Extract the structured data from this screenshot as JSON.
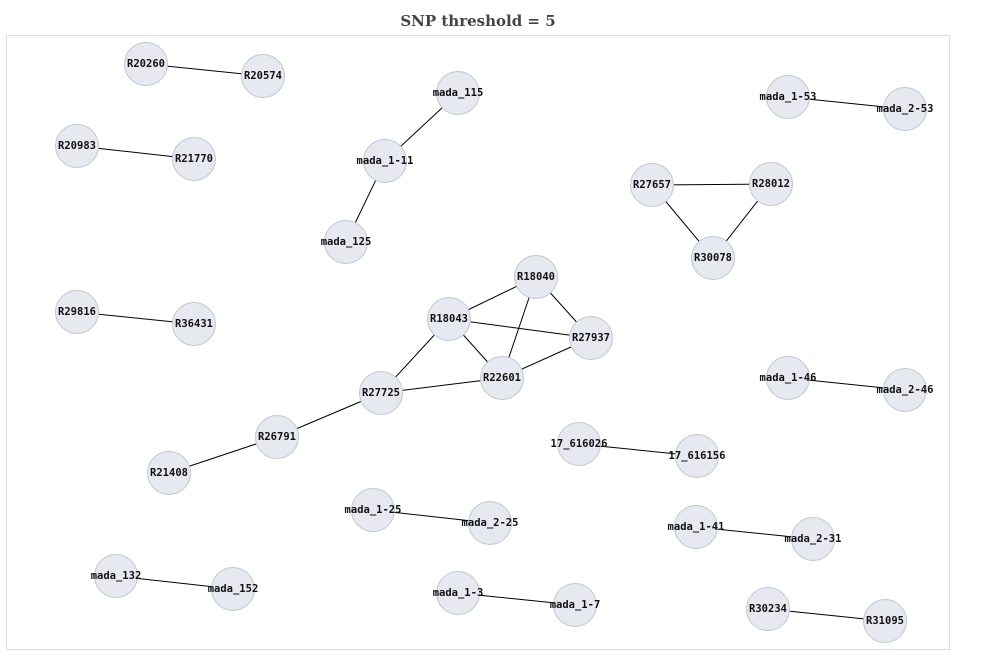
{
  "title": "SNP threshold = 5",
  "colors": {
    "node_fill": "#e6e9ef",
    "node_stroke": "#c2c7d0",
    "edge": "#000000",
    "frame": "#dddddd"
  },
  "nodes": [
    {
      "id": "R20260",
      "label": "R20260"
    },
    {
      "id": "R20574",
      "label": "R20574"
    },
    {
      "id": "R20983",
      "label": "R20983"
    },
    {
      "id": "R21770",
      "label": "R21770"
    },
    {
      "id": "mada_115",
      "label": "mada_115"
    },
    {
      "id": "mada_1-11",
      "label": "mada_1-11"
    },
    {
      "id": "mada_125",
      "label": "mada_125"
    },
    {
      "id": "mada_1-53",
      "label": "mada_1-53"
    },
    {
      "id": "mada_2-53",
      "label": "mada_2-53"
    },
    {
      "id": "R27657",
      "label": "R27657"
    },
    {
      "id": "R28012",
      "label": "R28012"
    },
    {
      "id": "R30078",
      "label": "R30078"
    },
    {
      "id": "R18040",
      "label": "R18040"
    },
    {
      "id": "R18043",
      "label": "R18043"
    },
    {
      "id": "R27937",
      "label": "R27937"
    },
    {
      "id": "R22601",
      "label": "R22601"
    },
    {
      "id": "R27725",
      "label": "R27725"
    },
    {
      "id": "R26791",
      "label": "R26791"
    },
    {
      "id": "R21408",
      "label": "R21408"
    },
    {
      "id": "R29816",
      "label": "R29816"
    },
    {
      "id": "R36431",
      "label": "R36431"
    },
    {
      "id": "mada_1-46",
      "label": "mada_1-46"
    },
    {
      "id": "mada_2-46",
      "label": "mada_2-46"
    },
    {
      "id": "17_616026",
      "label": "17_616026"
    },
    {
      "id": "17_616156",
      "label": "17_616156"
    },
    {
      "id": "mada_1-25",
      "label": "mada_1-25"
    },
    {
      "id": "mada_2-25",
      "label": "mada_2-25"
    },
    {
      "id": "mada_1-41",
      "label": "mada_1-41"
    },
    {
      "id": "mada_2-31",
      "label": "mada_2-31"
    },
    {
      "id": "mada_132",
      "label": "mada_132"
    },
    {
      "id": "mada_152",
      "label": "mada_152"
    },
    {
      "id": "mada_1-3",
      "label": "mada_1-3"
    },
    {
      "id": "mada_1-7",
      "label": "mada_1-7"
    },
    {
      "id": "R30234",
      "label": "R30234"
    },
    {
      "id": "R31095",
      "label": "R31095"
    }
  ],
  "edges": [
    [
      "R20260",
      "R20574"
    ],
    [
      "R20983",
      "R21770"
    ],
    [
      "mada_115",
      "mada_1-11"
    ],
    [
      "mada_1-11",
      "mada_125"
    ],
    [
      "mada_1-53",
      "mada_2-53"
    ],
    [
      "R27657",
      "R28012"
    ],
    [
      "R27657",
      "R30078"
    ],
    [
      "R28012",
      "R30078"
    ],
    [
      "R18040",
      "R18043"
    ],
    [
      "R18040",
      "R27937"
    ],
    [
      "R18040",
      "R22601"
    ],
    [
      "R18043",
      "R27937"
    ],
    [
      "R18043",
      "R22601"
    ],
    [
      "R18043",
      "R27725"
    ],
    [
      "R27937",
      "R22601"
    ],
    [
      "R22601",
      "R27725"
    ],
    [
      "R27725",
      "R26791"
    ],
    [
      "R26791",
      "R21408"
    ],
    [
      "R29816",
      "R36431"
    ],
    [
      "mada_1-46",
      "mada_2-46"
    ],
    [
      "17_616026",
      "17_616156"
    ],
    [
      "mada_1-25",
      "mada_2-25"
    ],
    [
      "mada_1-41",
      "mada_2-31"
    ],
    [
      "mada_132",
      "mada_152"
    ],
    [
      "mada_1-3",
      "mada_1-7"
    ],
    [
      "R30234",
      "R31095"
    ]
  ]
}
